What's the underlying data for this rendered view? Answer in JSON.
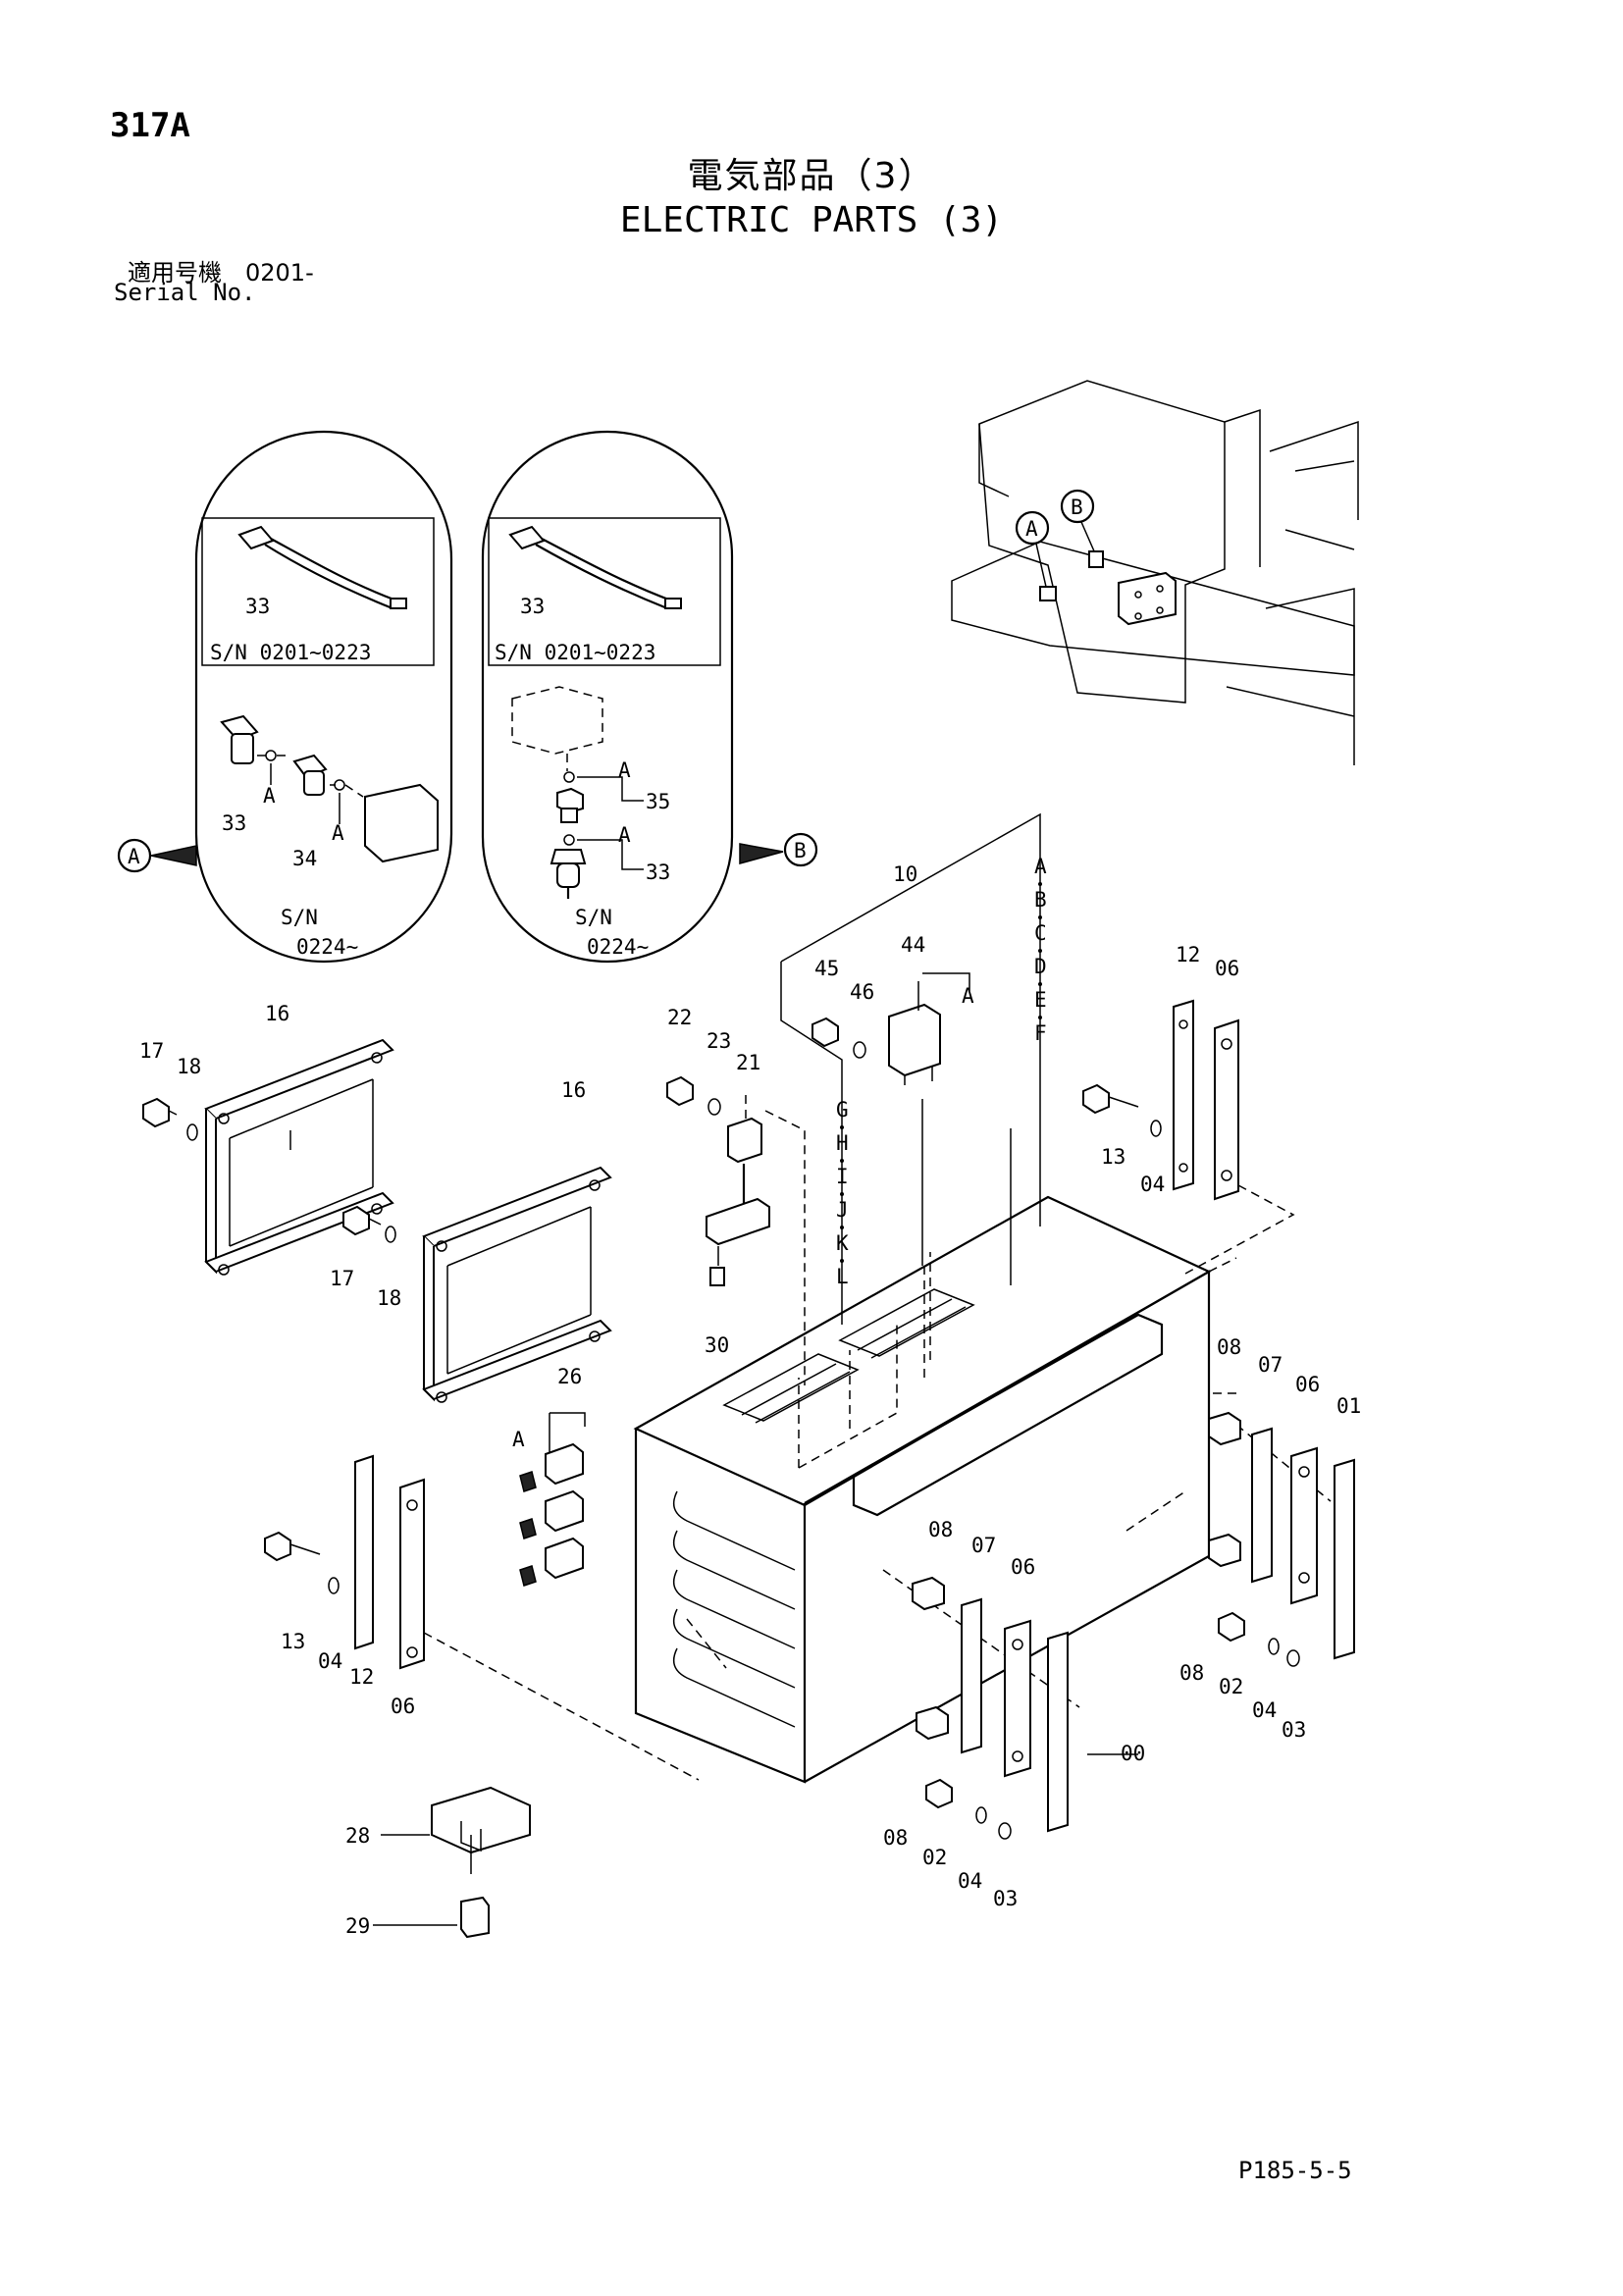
{
  "header": {
    "page_number": "317A",
    "title_jp": "電気部品（3）",
    "title_en": "ELECTRIC PARTS (3)",
    "serial_jp": "適用号機　0201-",
    "serial_en": "Serial No."
  },
  "footer": {
    "page_code": "P185-5-5"
  },
  "inset_a": {
    "old_serial": "S/N 0201~0223",
    "new_serial_label": "S/N",
    "new_serial_value": "0224~",
    "marker": "A"
  },
  "inset_b": {
    "old_serial": "S/N 0201~0223",
    "new_serial_label": "S/N",
    "new_serial_value": "0224~",
    "marker": "B"
  },
  "wire_labels": [
    "A",
    "B",
    "C",
    "D",
    "E",
    "F"
  ],
  "wire_labels_2": [
    "G",
    "H",
    "I",
    "J",
    "K",
    "L"
  ],
  "callouts": {
    "p00": "00",
    "p01": "01",
    "p02": "02",
    "p03": "03",
    "p04": "04",
    "p06": "06",
    "p07": "07",
    "p08": "08",
    "p10": "10",
    "p12": "12",
    "p13": "13",
    "p16": "16",
    "p17": "17",
    "p18": "18",
    "p21": "21",
    "p22": "22",
    "p23": "23",
    "p26": "26",
    "p28": "28",
    "p29": "29",
    "p30": "30",
    "p33": "33",
    "p34": "34",
    "p35": "35",
    "p44": "44",
    "p45": "45",
    "p46": "46",
    "ref_a": "A"
  }
}
